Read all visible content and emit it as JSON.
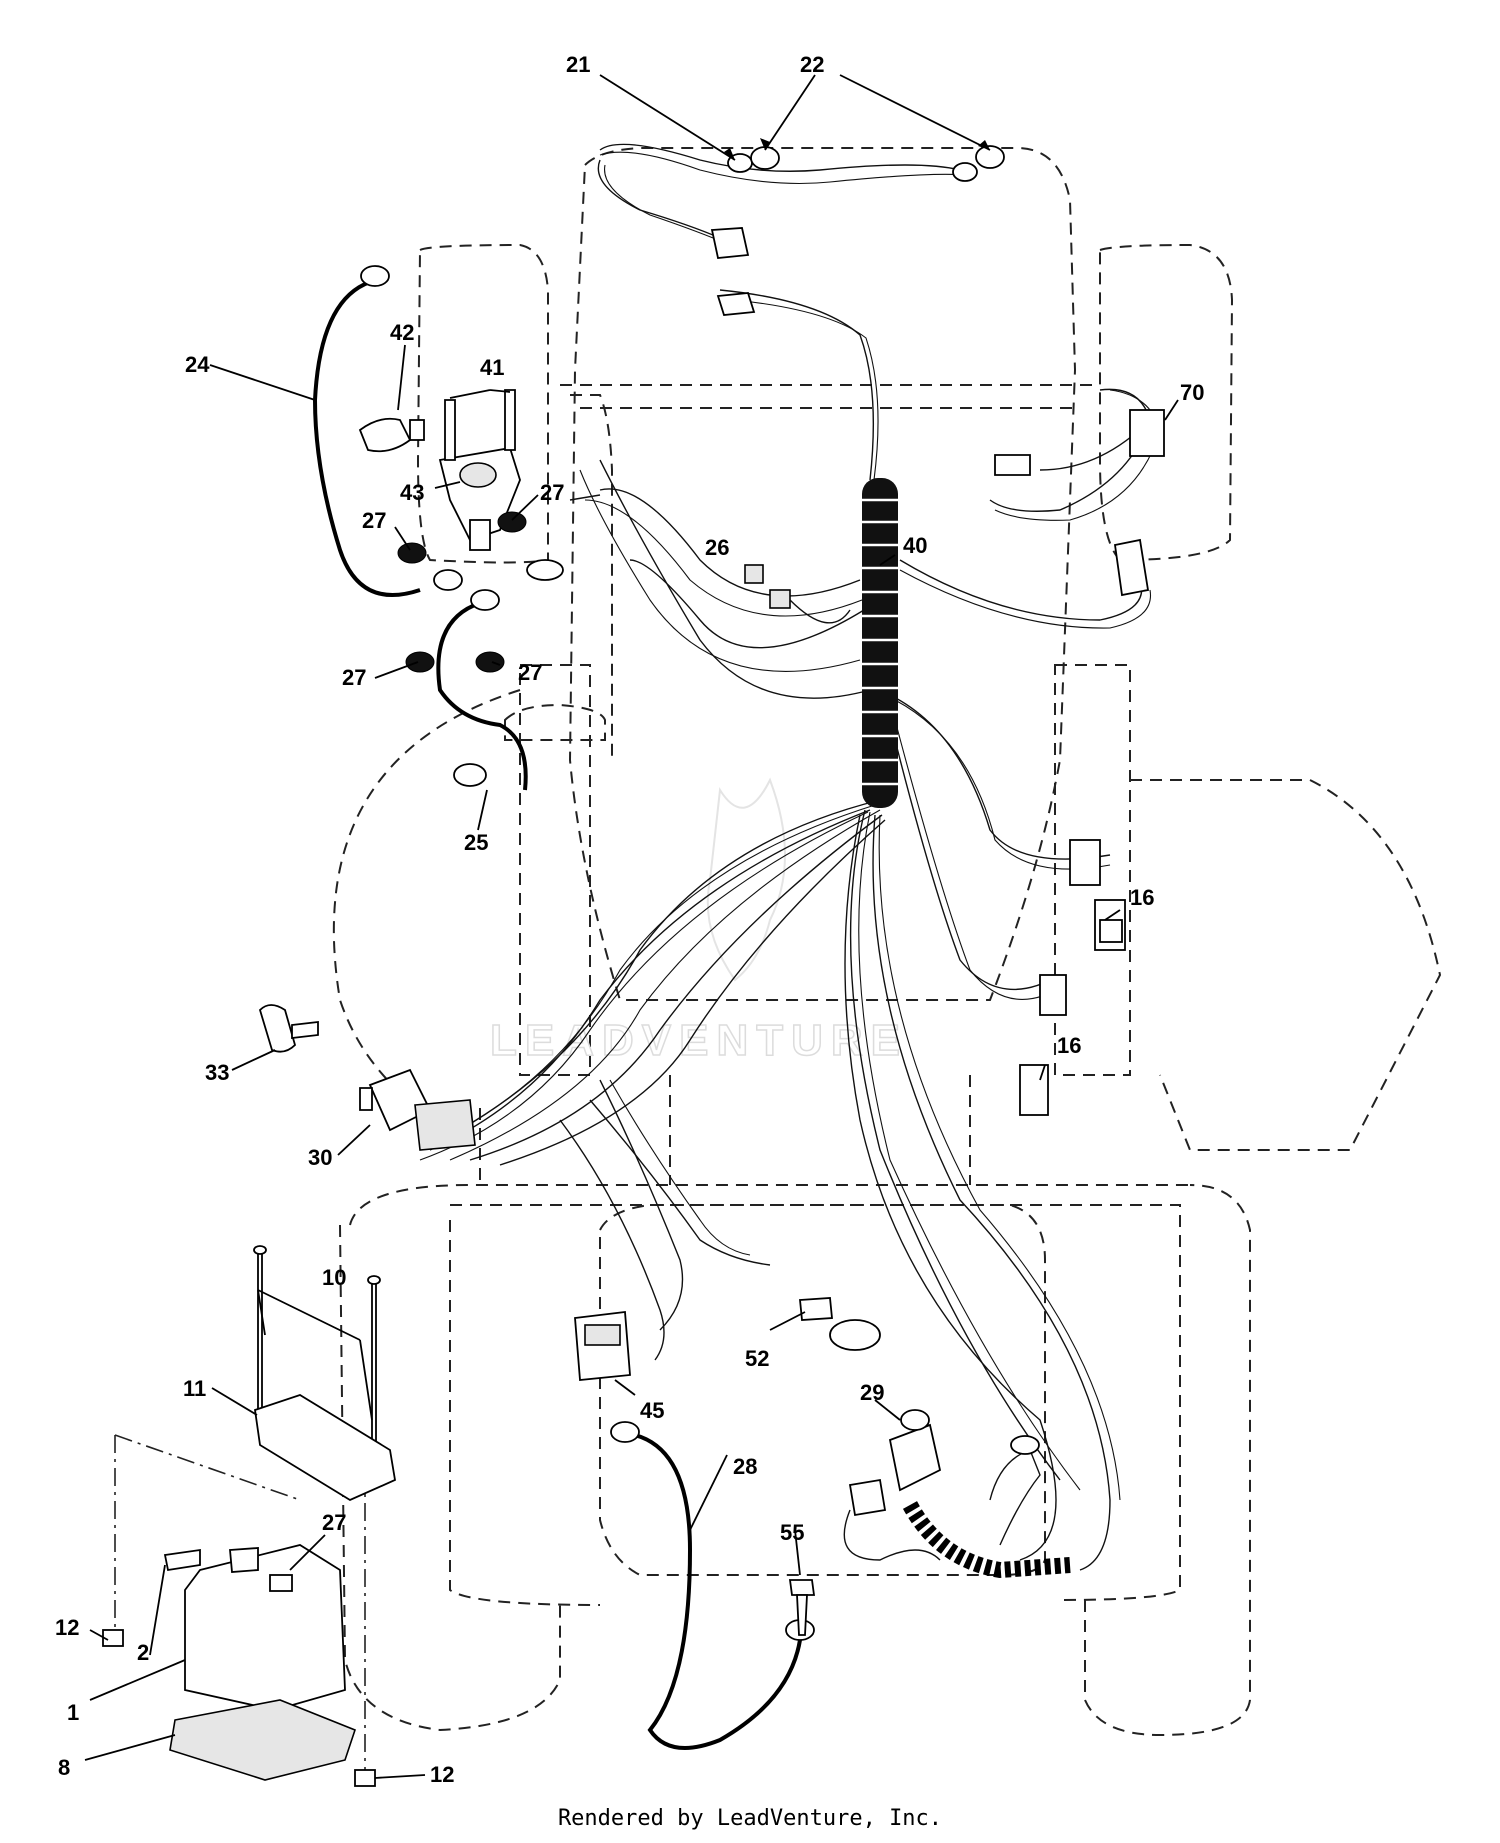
{
  "callouts": {
    "c21": "21",
    "c22": "22",
    "c42": "42",
    "c24": "24",
    "c41": "41",
    "c43": "43",
    "c27a": "27",
    "c27b": "27",
    "c27c": "27",
    "c27d": "27",
    "c27e": "27",
    "c26": "26",
    "c40": "40",
    "c70": "70",
    "c25": "25",
    "c16a": "16",
    "c16b": "16",
    "c33": "33",
    "c30": "30",
    "c10": "10",
    "c11": "11",
    "c45": "45",
    "c52": "52",
    "c29": "29",
    "c28": "28",
    "c55": "55",
    "c12a": "12",
    "c12b": "12",
    "c2": "2",
    "c1": "1",
    "c8": "8"
  },
  "watermark": "LEADVENTURE",
  "footer": "Rendered by LeadVenture, Inc."
}
